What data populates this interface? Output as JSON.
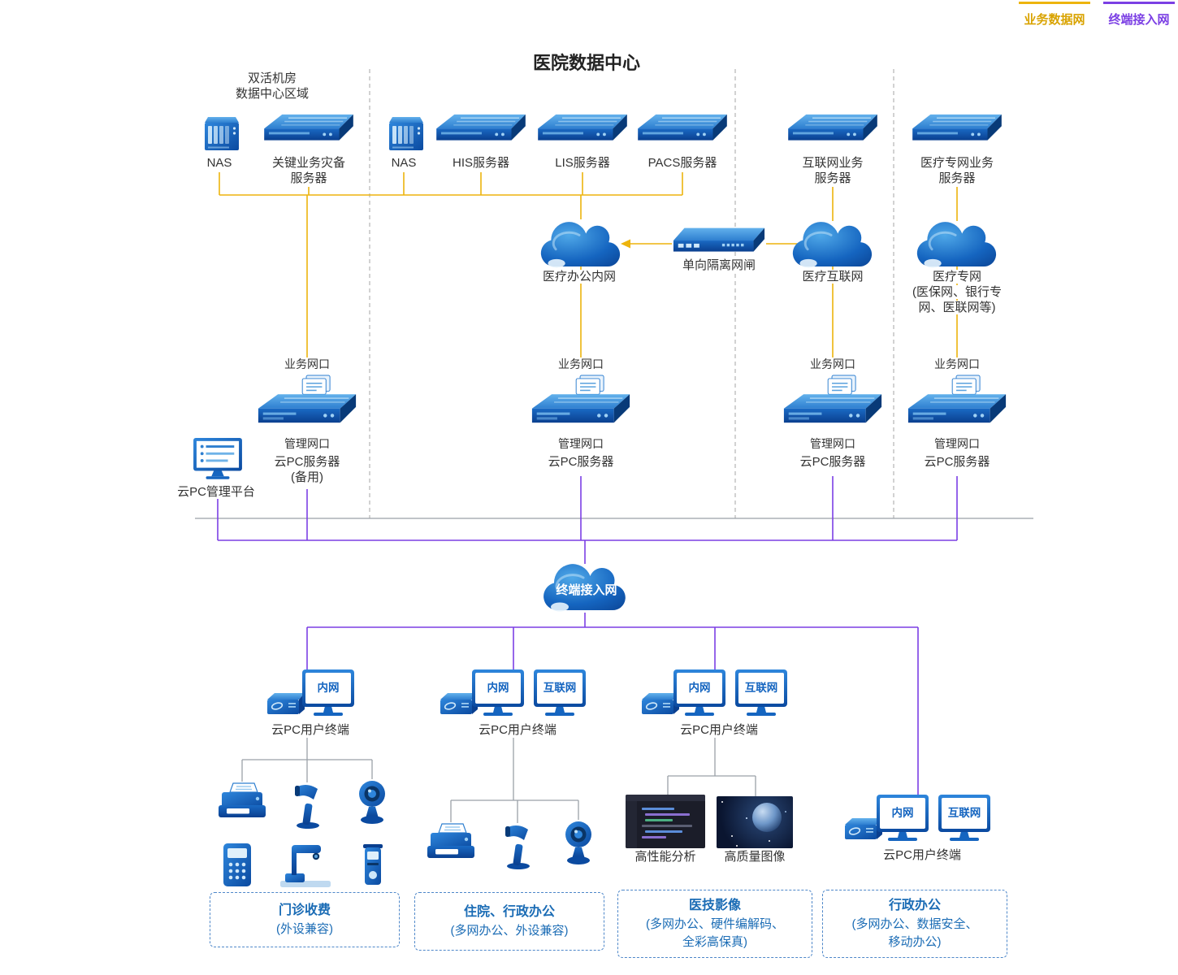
{
  "colors": {
    "business_net_line": "#EDB40D",
    "terminal_net_line": "#7B3FE4",
    "device_blue": "#1565C0",
    "label_text": "#333333",
    "group_text": "#1B6CB5"
  },
  "legend": {
    "business": "业务数据网",
    "terminal": "终端接入网"
  },
  "title": "医院数据中心",
  "zone": {
    "line1": "双活机房",
    "line2": "数据中心区域"
  },
  "top_devices": [
    {
      "label": "NAS"
    },
    {
      "label": "关键业务灾备",
      "label2": "服务器"
    },
    {
      "label": "NAS"
    },
    {
      "label": "HIS服务器"
    },
    {
      "label": "LIS服务器"
    },
    {
      "label": "PACS服务器"
    },
    {
      "label": "互联网业务",
      "label2": "服务器"
    },
    {
      "label": "医疗专网业务",
      "label2": "服务器"
    }
  ],
  "gateway": {
    "label": "单向隔离网闸"
  },
  "clouds": {
    "office": "医疗办公内网",
    "internet": "医疗互联网",
    "private": "医疗专网",
    "private_sub1": "(医保网、银行专",
    "private_sub2": "网、医联网等)",
    "terminal_access": "终端接入网"
  },
  "servers": {
    "port_business": "业务网口",
    "port_mgmt": "管理网口",
    "name": "云PC服务器",
    "backup_suffix": "(备用)"
  },
  "mgmt_platform": "云PC管理平台",
  "terminals": {
    "label": "云PC用户终端",
    "intranet": "内网",
    "internet": "互联网"
  },
  "media": {
    "analysis": "高性能分析",
    "image": "高质量图像"
  },
  "groups": [
    {
      "title": "门诊收费",
      "lines": [
        "(外设兼容)"
      ]
    },
    {
      "title": "住院、行政办公",
      "lines": [
        "(多网办公、外设兼容)"
      ]
    },
    {
      "title": "医技影像",
      "lines": [
        "(多网办公、硬件编解码、",
        "全彩高保真)"
      ]
    },
    {
      "title": "行政办公",
      "lines": [
        "(多网办公、数据安全、",
        "移动办公)"
      ]
    }
  ]
}
